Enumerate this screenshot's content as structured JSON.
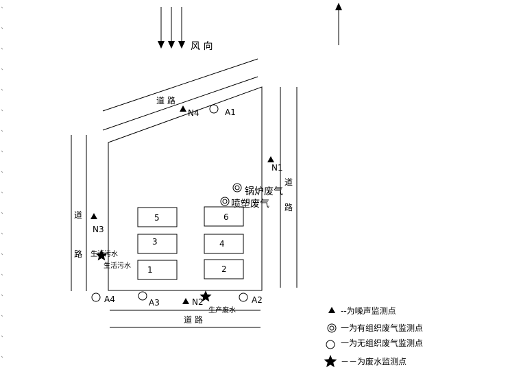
{
  "wind": {
    "label": "风 向"
  },
  "roads": {
    "top": "道 路",
    "right_top": "道",
    "right_bottom": "路",
    "left_top": "道",
    "left_bottom": "路",
    "bottom": "道 路"
  },
  "buildings": [
    "5",
    "6",
    "3",
    "4",
    "1",
    "2"
  ],
  "monitor_points": {
    "noise": [
      "N4",
      "N1",
      "N3",
      "N2"
    ],
    "unorganized": [
      "A1",
      "A4",
      "A3",
      "A2"
    ],
    "organized": [
      "锅炉废气",
      "喷塑废气"
    ],
    "wastewater": [
      "生活污水",
      "生活污水",
      "生产废水"
    ]
  },
  "legend": [
    {
      "symbol": "triangle",
      "text": "--为噪声监测点"
    },
    {
      "symbol": "double-circle",
      "text": "一为有组织废气监测点"
    },
    {
      "symbol": "circle",
      "text": "一为无组织废气监测点"
    },
    {
      "symbol": "star",
      "text": "－－为废水监测点"
    }
  ]
}
